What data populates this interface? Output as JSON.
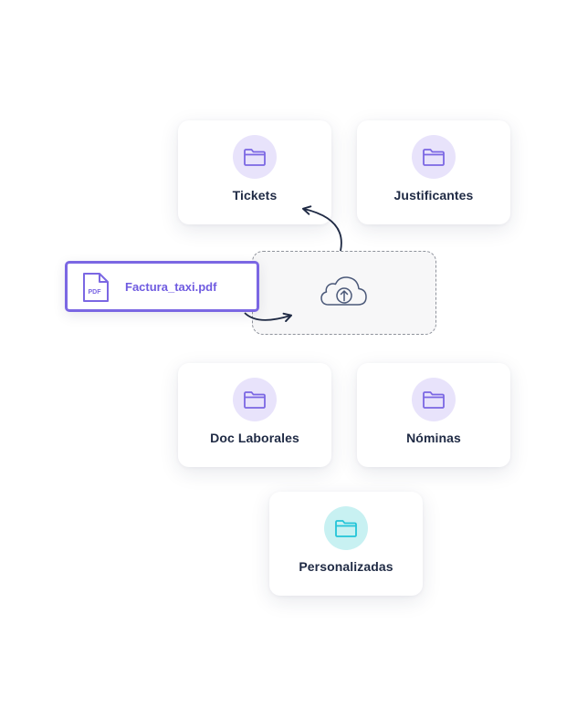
{
  "folders": [
    {
      "label": "Tickets",
      "icon": "folder-icon",
      "color": "#7b67e3",
      "bg": "#e8e3fb"
    },
    {
      "label": "Justificantes",
      "icon": "folder-icon",
      "color": "#7b67e3",
      "bg": "#e8e3fb"
    },
    {
      "label": "Doc Laborales",
      "icon": "folder-icon",
      "color": "#7b67e3",
      "bg": "#e8e3fb"
    },
    {
      "label": "Nóminas",
      "icon": "folder-icon",
      "color": "#7b67e3",
      "bg": "#e8e3fb"
    },
    {
      "label": "Personalizadas",
      "icon": "folder-icon",
      "color": "#22c4d8",
      "bg": "#c8f1f2"
    }
  ],
  "file": {
    "name": "Factura_taxi.pdf",
    "type_label": "PDF",
    "icon": "pdf-file-icon"
  },
  "upload_zone": {
    "icon": "cloud-upload-icon"
  },
  "colors": {
    "accent": "#7b67e3",
    "teal": "#22c4d8",
    "text": "#1f2a44",
    "arrow": "#1f2a44"
  }
}
